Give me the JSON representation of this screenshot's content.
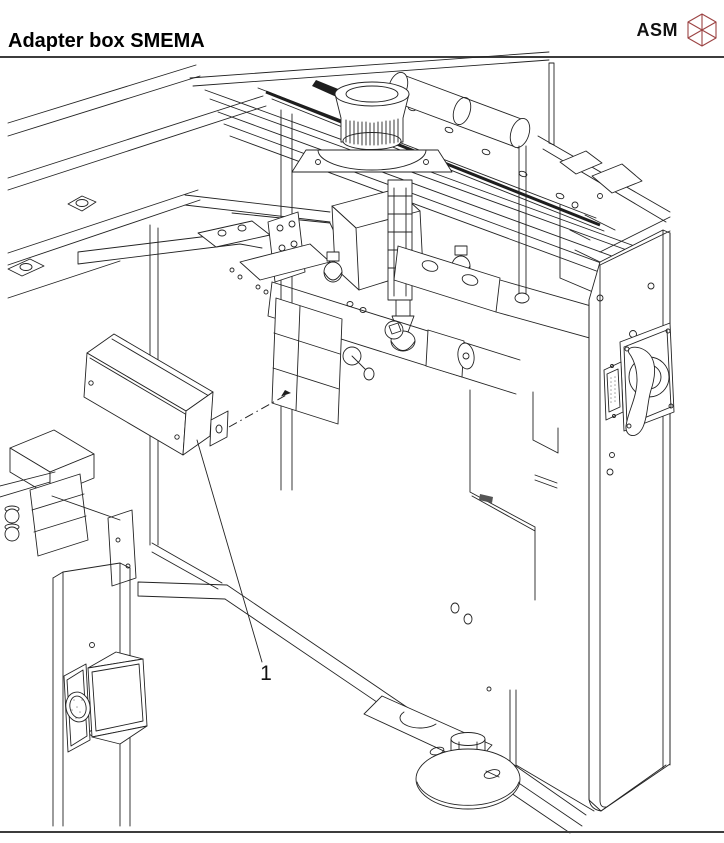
{
  "page": {
    "title": "Adapter box SMEMA"
  },
  "brand": {
    "name": "ASM",
    "icon": "hex-cube-logo"
  },
  "figure": {
    "type": "isometric technical line drawing",
    "subject": "SMEMA adapter box mounting position on the placement machine conveyor column",
    "callouts": [
      {
        "label": "1",
        "points_to": "adapter-box"
      }
    ]
  },
  "colors": {
    "line": "#232323",
    "rule": "#3c3c3c",
    "background": "#ffffff",
    "brand_icon": "#9c4343"
  }
}
